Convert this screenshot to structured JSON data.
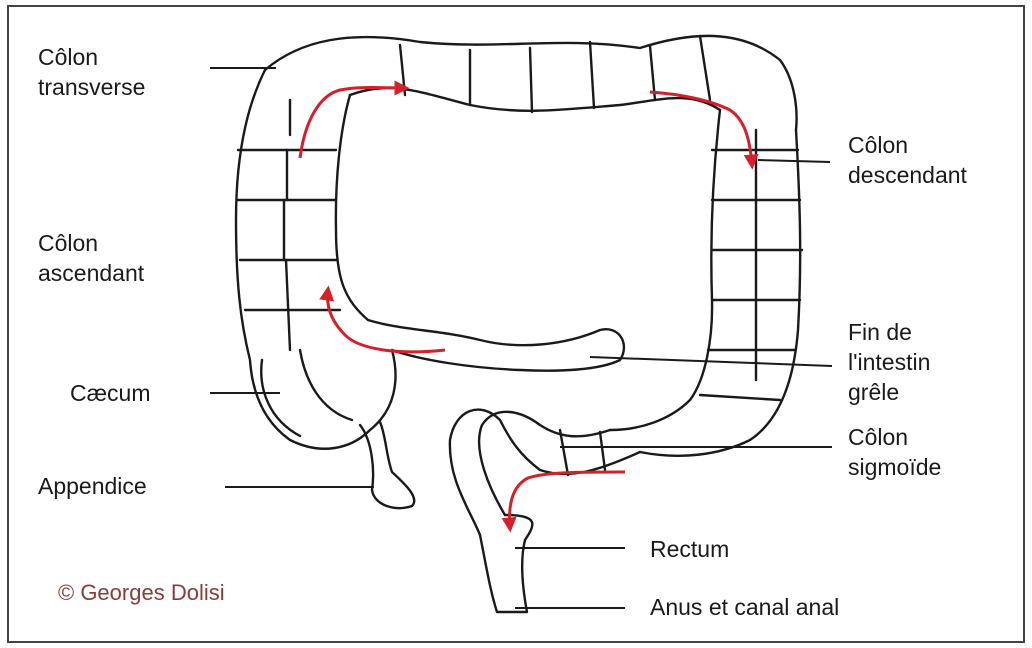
{
  "labels": {
    "transverse": "Côlon\ntransverse",
    "descendant": "Côlon\ndescendant",
    "ascendant": "Côlon\nascendant",
    "caecum": "Cæcum",
    "appendix": "Appendice",
    "small_intestine_end": "Fin de\nl'intestin\ngrêle",
    "sigmoid": "Côlon\nsigmoïde",
    "rectum": "Rectum",
    "anus": "Anus et canal anal"
  },
  "credit": "© Georges Dolisi",
  "colors": {
    "outline": "#1a1a1a",
    "arrow": "#d4202a",
    "credit": "#8b3a3a",
    "frame": "#444444"
  }
}
